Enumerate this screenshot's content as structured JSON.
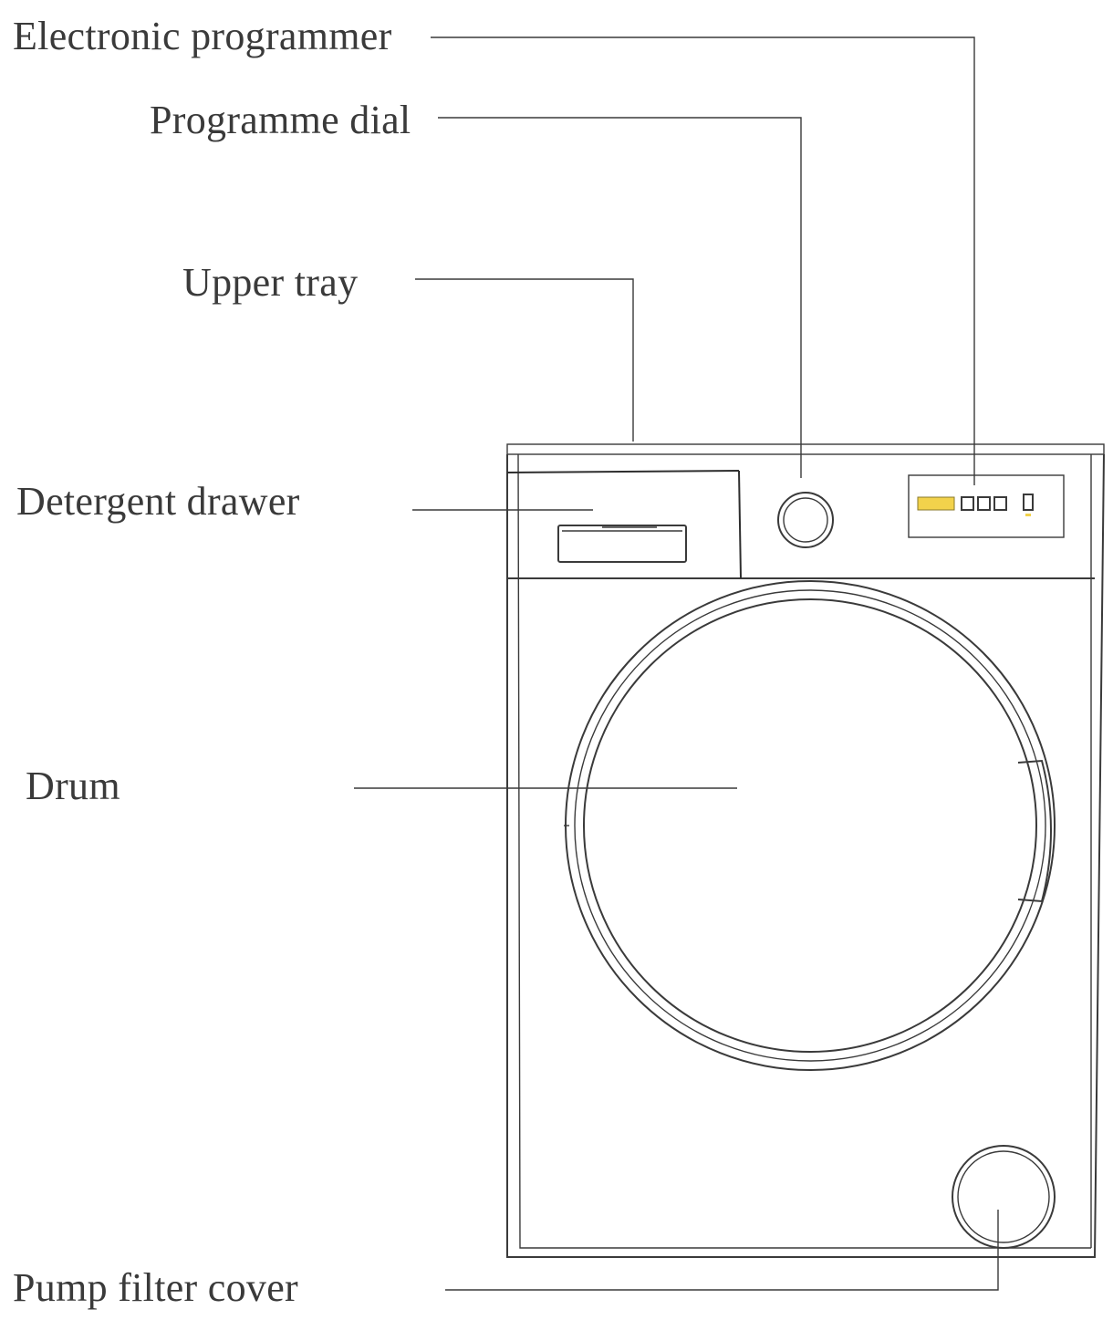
{
  "labels": {
    "electronic_programmer": "Electronic programmer",
    "programme_dial": "Programme dial",
    "upper_tray": "Upper tray",
    "detergent_drawer": "Detergent drawer",
    "drum": "Drum",
    "pump_filter_cover": "Pump filter cover"
  },
  "colors": {
    "line": "#3a3a3a",
    "indicator": "#f2d24b"
  }
}
